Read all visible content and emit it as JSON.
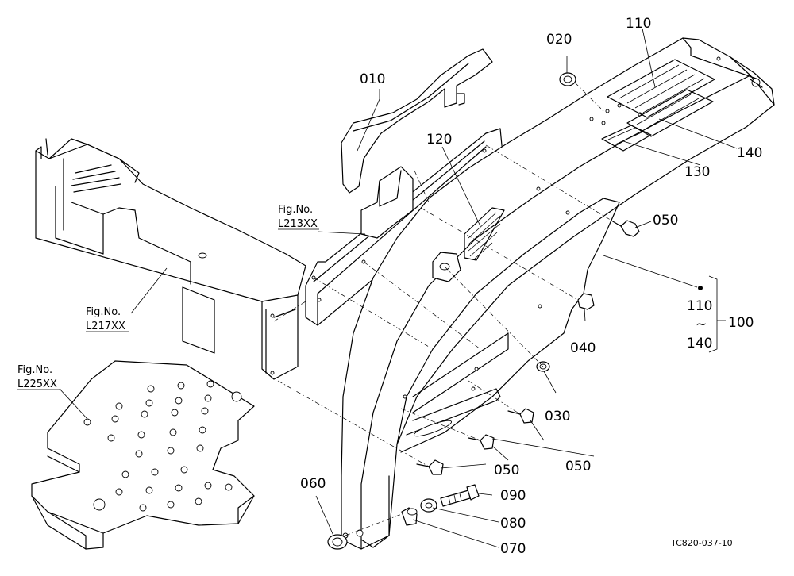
{
  "figure_code": "TC820-037-10",
  "fig_refs": [
    {
      "id": "l213",
      "line1": "Fig.No.",
      "line2": "L213XX"
    },
    {
      "id": "l217",
      "line1": "Fig.No.",
      "line2": "L217XX"
    },
    {
      "id": "l225",
      "line1": "Fig.No.",
      "line2": "L225XX"
    }
  ],
  "parts": {
    "p010": "010",
    "p020": "020",
    "p030": "030",
    "p040": "040",
    "p050a": "050",
    "p050b": "050",
    "p050c": "050",
    "p060": "060",
    "p070": "070",
    "p080": "080",
    "p090": "090",
    "p100": "100",
    "p110": "110",
    "p110_range": "110",
    "p120": "120",
    "p130": "130",
    "p140": "140",
    "p140_range": "140",
    "tilde": "~"
  }
}
